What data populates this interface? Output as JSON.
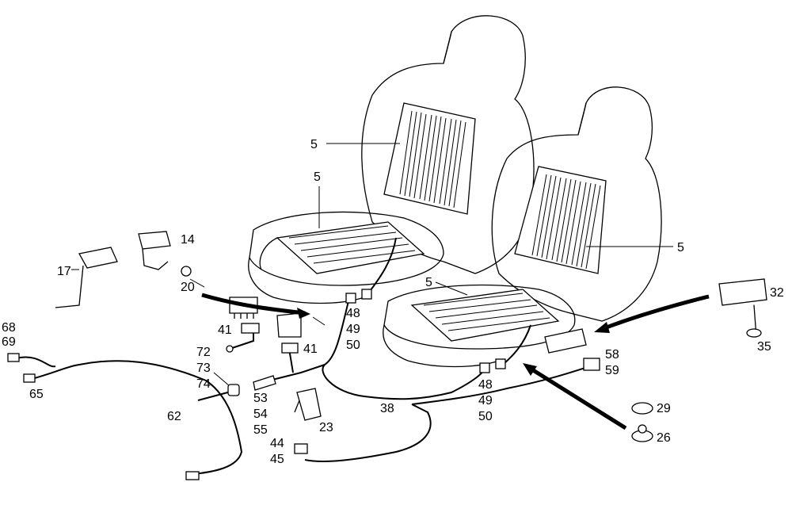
{
  "callouts": {
    "seat_back_left": "5",
    "seat_cushion_left": "5",
    "seat_back_right": "5",
    "seat_cushion_right": "5",
    "c14": "14",
    "c17": "17",
    "c20": "20",
    "c41a": "41",
    "c41b": "41",
    "c48a": "48",
    "c49a": "49",
    "c50a": "50",
    "c72": "72",
    "c73": "73",
    "c74": "74",
    "c53": "53",
    "c54": "54",
    "c55": "55",
    "c23": "23",
    "c62": "62",
    "c68": "68",
    "c69": "69",
    "c65": "65",
    "c38": "38",
    "c44": "44",
    "c45": "45",
    "c48b": "48",
    "c49b": "49",
    "c50b": "50",
    "c58": "58",
    "c59": "59",
    "c32": "32",
    "c35": "35",
    "c29": "29",
    "c26": "26"
  }
}
